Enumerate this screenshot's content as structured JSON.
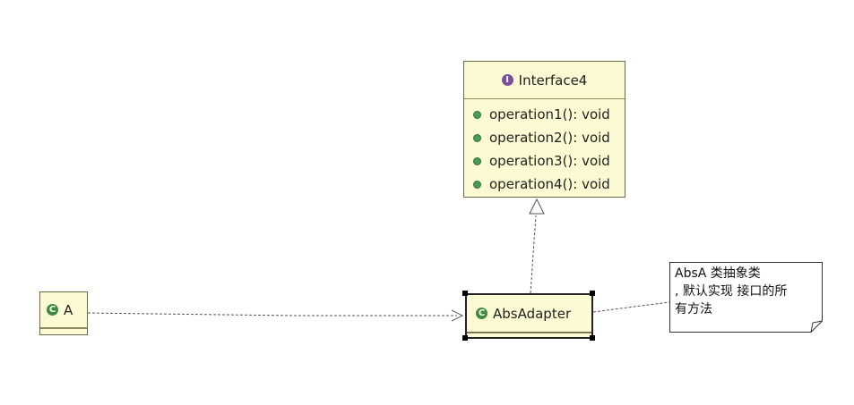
{
  "interface": {
    "name": "Interface4",
    "operations": [
      "operation1(): void",
      "operation2(): void",
      "operation3(): void",
      "operation4(): void"
    ]
  },
  "class_a": {
    "name": "A"
  },
  "class_adapter": {
    "name": "AbsAdapter"
  },
  "note": {
    "lines": [
      "AbsA 类抽象类",
      ", 默认实现 接口的所",
      "有方法"
    ]
  },
  "colors": {
    "box_fill": "#fcfad2",
    "interface_badge": "#7b4fa0",
    "class_badge": "#3e8a3e",
    "operation_dot": "#4c9a58"
  },
  "icons": {
    "interface": "interface-icon",
    "class": "class-icon",
    "operation": "public-operation-icon"
  }
}
